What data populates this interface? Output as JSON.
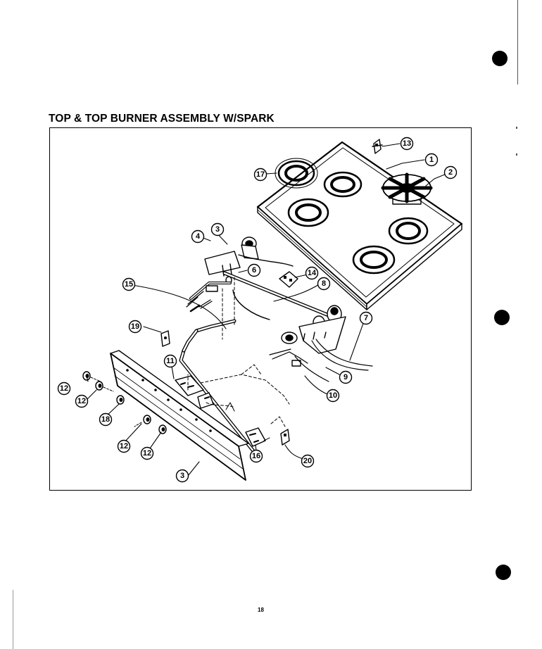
{
  "title": "TOP & TOP BURNER ASSEMBLY w/SPARK",
  "page_number": "18",
  "callouts": [
    {
      "id": "c1",
      "label": "1"
    },
    {
      "id": "c2",
      "label": "2"
    },
    {
      "id": "c3a",
      "label": "3"
    },
    {
      "id": "c3b",
      "label": "3"
    },
    {
      "id": "c4",
      "label": "4"
    },
    {
      "id": "c6",
      "label": "6"
    },
    {
      "id": "c7",
      "label": "7"
    },
    {
      "id": "c8",
      "label": "8"
    },
    {
      "id": "c9",
      "label": "9"
    },
    {
      "id": "c10",
      "label": "10"
    },
    {
      "id": "c11",
      "label": "11"
    },
    {
      "id": "c12a",
      "label": "12"
    },
    {
      "id": "c12b",
      "label": "12"
    },
    {
      "id": "c12c",
      "label": "12"
    },
    {
      "id": "c12d",
      "label": "12"
    },
    {
      "id": "c13",
      "label": "13"
    },
    {
      "id": "c14",
      "label": "14"
    },
    {
      "id": "c15",
      "label": "15"
    },
    {
      "id": "c16",
      "label": "16"
    },
    {
      "id": "c17",
      "label": "17"
    },
    {
      "id": "c18",
      "label": "18"
    },
    {
      "id": "c19",
      "label": "19"
    },
    {
      "id": "c20",
      "label": "20"
    }
  ]
}
